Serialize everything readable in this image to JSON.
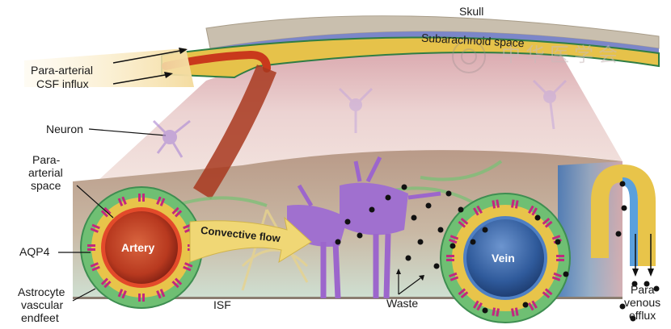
{
  "labels": {
    "skull": "Skull",
    "subarachnoid": "Subarachnoid space",
    "influx_line1": "Para-arterial",
    "influx_line2": "CSF influx",
    "neuron": "Neuron",
    "para_arterial_space_1": "Para-",
    "para_arterial_space_2": "arterial",
    "para_arterial_space_3": "space",
    "aqp4": "AQP4",
    "astro_1": "Astrocyte",
    "astro_2": "vascular",
    "astro_3": "endfeet",
    "artery": "Artery",
    "convective": "Convective flow",
    "isf": "ISF",
    "waste": "Waste",
    "vein": "Vein",
    "efflux_1": "Para-",
    "efflux_2": "venous",
    "efflux_3": "efflux"
  },
  "watermark": "中华医学会",
  "colors": {
    "skull": "#c9bfae",
    "dura_blue": "#7b86c9",
    "csf_yellow": "#e6c24a",
    "artery_red": "#c9391c",
    "vein_blue": "#3f6fb3",
    "astro_green": "#6fbf73",
    "aqp4_magenta": "#c2287e",
    "neuron_purple": "#a070cf",
    "brain_pink": "#e8c3c6",
    "tissue_tan": "#c9b49e",
    "isf_green": "#c8dcc8"
  }
}
